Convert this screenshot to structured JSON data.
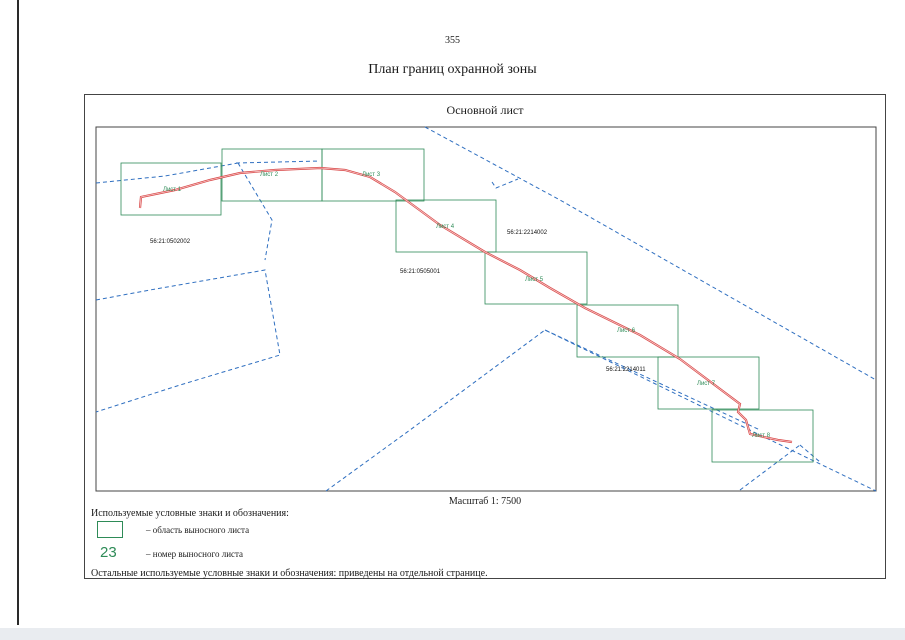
{
  "page_number": "355",
  "title": "План границ охранной зоны",
  "main_sheet_title": "Основной лист",
  "scale_text": "Масштаб 1: 7500",
  "legend": {
    "heading": "Используемые условные знаки и обозначения:",
    "sheet_area_label": "– область выносного листа",
    "sheet_number_sample": "23",
    "sheet_number_label": "– номер выносного листа"
  },
  "note": "Остальные используемые условные знаки и обозначения: приведены на отдельной странице.",
  "sheets": [
    "Лист 1",
    "Лист 2",
    "Лист 3",
    "Лист 4",
    "Лист 5",
    "Лист 6",
    "Лист 7",
    "Лист 8"
  ],
  "cadastral_labels": [
    "56:21:0502002",
    "56:21:2214002",
    "56:21:0505001",
    "56:21:2214011"
  ],
  "colors": {
    "sheet_frame": "#2e8b57",
    "boundary": "#2f6fc0",
    "route": "#d94848",
    "frame": "#444444"
  }
}
